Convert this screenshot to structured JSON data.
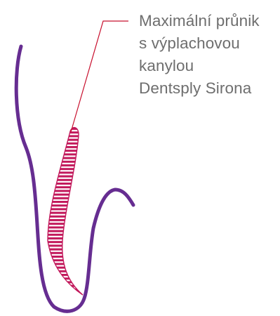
{
  "callout": {
    "lines": [
      "Maximální průnik",
      "s výplachovou",
      "kanylou",
      "Dentsply Sirona"
    ]
  },
  "colors": {
    "root_canal_outline": "#662d91",
    "penetration_hatch": "#c2185b",
    "leader_line": "#c8102e",
    "caption_text": "#6e6e6e"
  }
}
